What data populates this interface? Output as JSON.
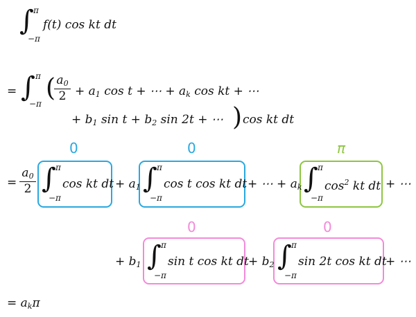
{
  "colors": {
    "blue": "#29a8e0",
    "green": "#8dc63f",
    "pink": "#f28ad9"
  },
  "integral": {
    "upper": "π",
    "lower": "−π"
  },
  "line0": {
    "integrand": "f(t) cos kt dt"
  },
  "line1": {
    "eq": "=",
    "frac_num": "a",
    "frac_num_sub": "0",
    "frac_den": "2",
    "rest": "+ a",
    "rest_sub": "1",
    "rest2": "cos t + ⋯ + a",
    "rest2_sub": "k",
    "rest3": "cos kt + ⋯"
  },
  "line2": {
    "a": "+ b",
    "a_sub": "1",
    "b": "sin t + b",
    "b_sub": "2",
    "c": "sin 2t + ⋯",
    "d": "cos kt dt"
  },
  "line3": {
    "eq": "=",
    "frac_num": "a",
    "frac_num_sub": "0",
    "frac_den": "2",
    "term1": "cos kt dt",
    "plus_a1": "+ a",
    "plus_a1_sub": "1",
    "term2": "cos t cos kt dt",
    "mid": "+ ⋯ + a",
    "mid_sub": "k",
    "term3_pre": "cos",
    "term3_sup": "2",
    "term3_post": "kt dt",
    "tail": "+ ⋯",
    "label1": "0",
    "label2": "0",
    "label3": "π"
  },
  "line4": {
    "plus_b1": "+ b",
    "plus_b1_sub": "1",
    "term4": "sin t cos kt dt",
    "plus_b2": "+ b",
    "plus_b2_sub": "2",
    "term5": "sin 2t cos kt dt",
    "tail": "+ ⋯",
    "label4": "0",
    "label5": "0"
  },
  "line5": {
    "eq": "= a",
    "sub": "k",
    "pi": "π"
  }
}
